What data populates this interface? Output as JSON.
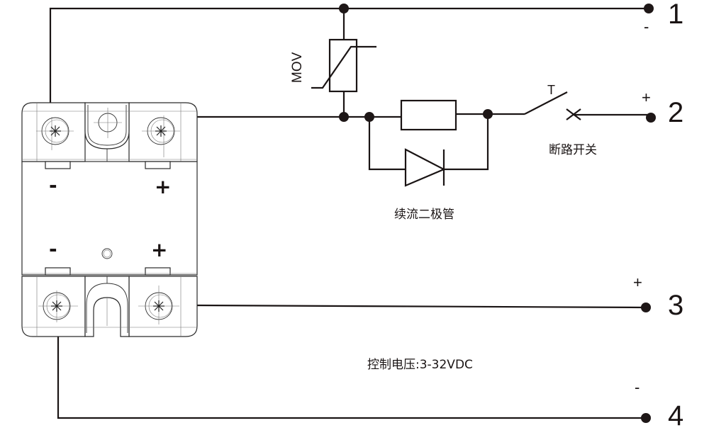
{
  "diagram": {
    "title": "Solid state relay DC wiring diagram",
    "terminals": [
      {
        "number": "1",
        "polarity": "-"
      },
      {
        "number": "2",
        "polarity": "+"
      },
      {
        "number": "3",
        "polarity": "+"
      },
      {
        "number": "4",
        "polarity": "-"
      }
    ],
    "relay": {
      "top_left_sign": "-",
      "top_right_sign": "+",
      "bottom_left_sign": "-",
      "bottom_right_sign": "+"
    },
    "components": {
      "mov_label": "MOV",
      "switch_label": "T",
      "breaker_label": "断路开关",
      "diode_label": "续流二极管",
      "control_voltage_label": "控制电压:3-32VDC"
    },
    "colors": {
      "line": "#1a1414",
      "background": "#ffffff"
    }
  }
}
